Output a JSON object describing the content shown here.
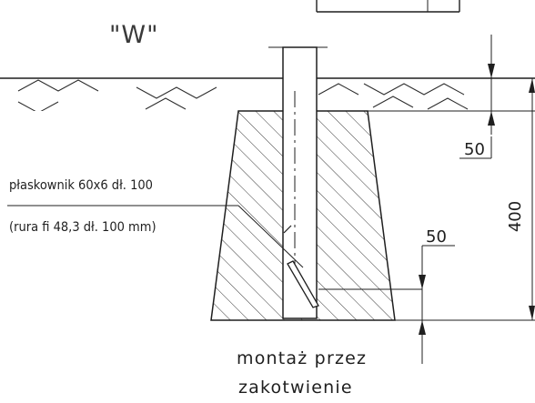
{
  "detail_label": "\"W\"",
  "note": {
    "line1": "płaskownik 60x6 dł. 100",
    "line2": "(rura fi 48,3 dł. 100 mm)"
  },
  "dimensions": {
    "top_offset": "50",
    "total_depth": "400",
    "anchor_offset": "50"
  },
  "caption": {
    "line1": "montaż przez",
    "line2": "zakotwienie"
  }
}
